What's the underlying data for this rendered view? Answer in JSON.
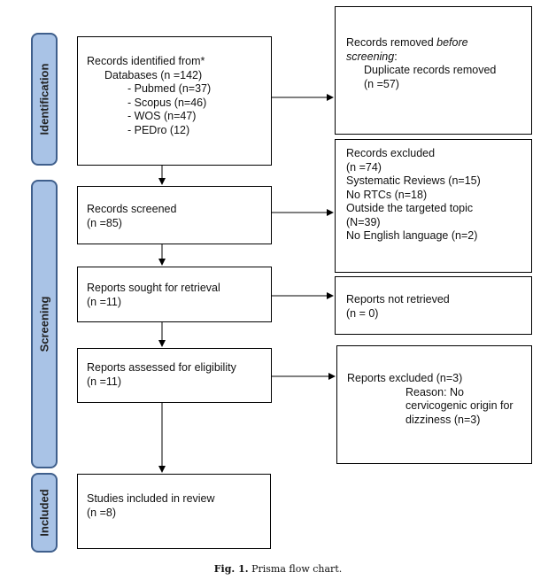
{
  "phases": {
    "identification": "Identification",
    "screening": "Screening",
    "included": "Included"
  },
  "identified": {
    "line1": "Records identified from*",
    "line2": "Databases (n =142)",
    "sources": [
      "-   Pubmed (n=37)",
      "-   Scopus (n=46)",
      "-   WOS (n=47)",
      "-   PEDro (12)"
    ]
  },
  "removed": {
    "line1": "Records removed ",
    "line1_italic": "before",
    "line2_italic": "screening",
    "line2_rest": ":",
    "line3": "Duplicate records removed",
    "line4": "(n =57)"
  },
  "screened": {
    "line1": "Records screened",
    "line2": "(n =85)"
  },
  "excluded": {
    "lines": [
      "Records excluded",
      "(n =74)",
      "Systematic Reviews (n=15)",
      "No RTCs (n=18)",
      "Outside the targeted topic",
      "(N=39)",
      "No English language (n=2)"
    ]
  },
  "sought": {
    "line1": "Reports sought for retrieval",
    "line2": "(n =11)"
  },
  "not_retrieved": {
    "line1": "Reports not retrieved",
    "line2": "(n = 0)"
  },
  "assessed": {
    "line1": "Reports assessed for eligibility",
    "line2": "(n =11)"
  },
  "reports_excluded": {
    "line1": "Reports excluded (n=3)",
    "reason_lines": [
      "Reason: No",
      "cervicogenic origin for",
      "dizziness (n=3)"
    ]
  },
  "included_box": {
    "line1": "Studies included in review",
    "line2": "(n =8)"
  },
  "caption": {
    "label": "Fig. 1.",
    "text": "Prisma flow chart."
  }
}
